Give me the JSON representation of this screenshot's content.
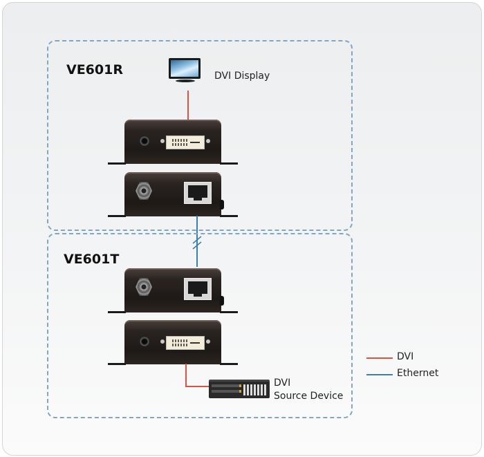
{
  "diagram": {
    "receiver_group": {
      "title": "VE601R",
      "display_label": "DVI Display"
    },
    "transmitter_group": {
      "title": "VE601T",
      "source_label_line1": "DVI",
      "source_label_line2": "Source Device"
    },
    "legend": [
      {
        "label": "DVI",
        "color": "#e0523e"
      },
      {
        "label": "Ethernet",
        "color": "#3d7eb0"
      }
    ],
    "icons": {
      "display": "monitor-icon",
      "source": "dvi-source-device-icon",
      "receiver_front": "dvi-extender-unit-dvi-side",
      "receiver_back": "dvi-extender-unit-rj45-side",
      "transmitter_front": "dvi-extender-unit-rj45-side",
      "transmitter_back": "dvi-extender-unit-dvi-side"
    }
  }
}
